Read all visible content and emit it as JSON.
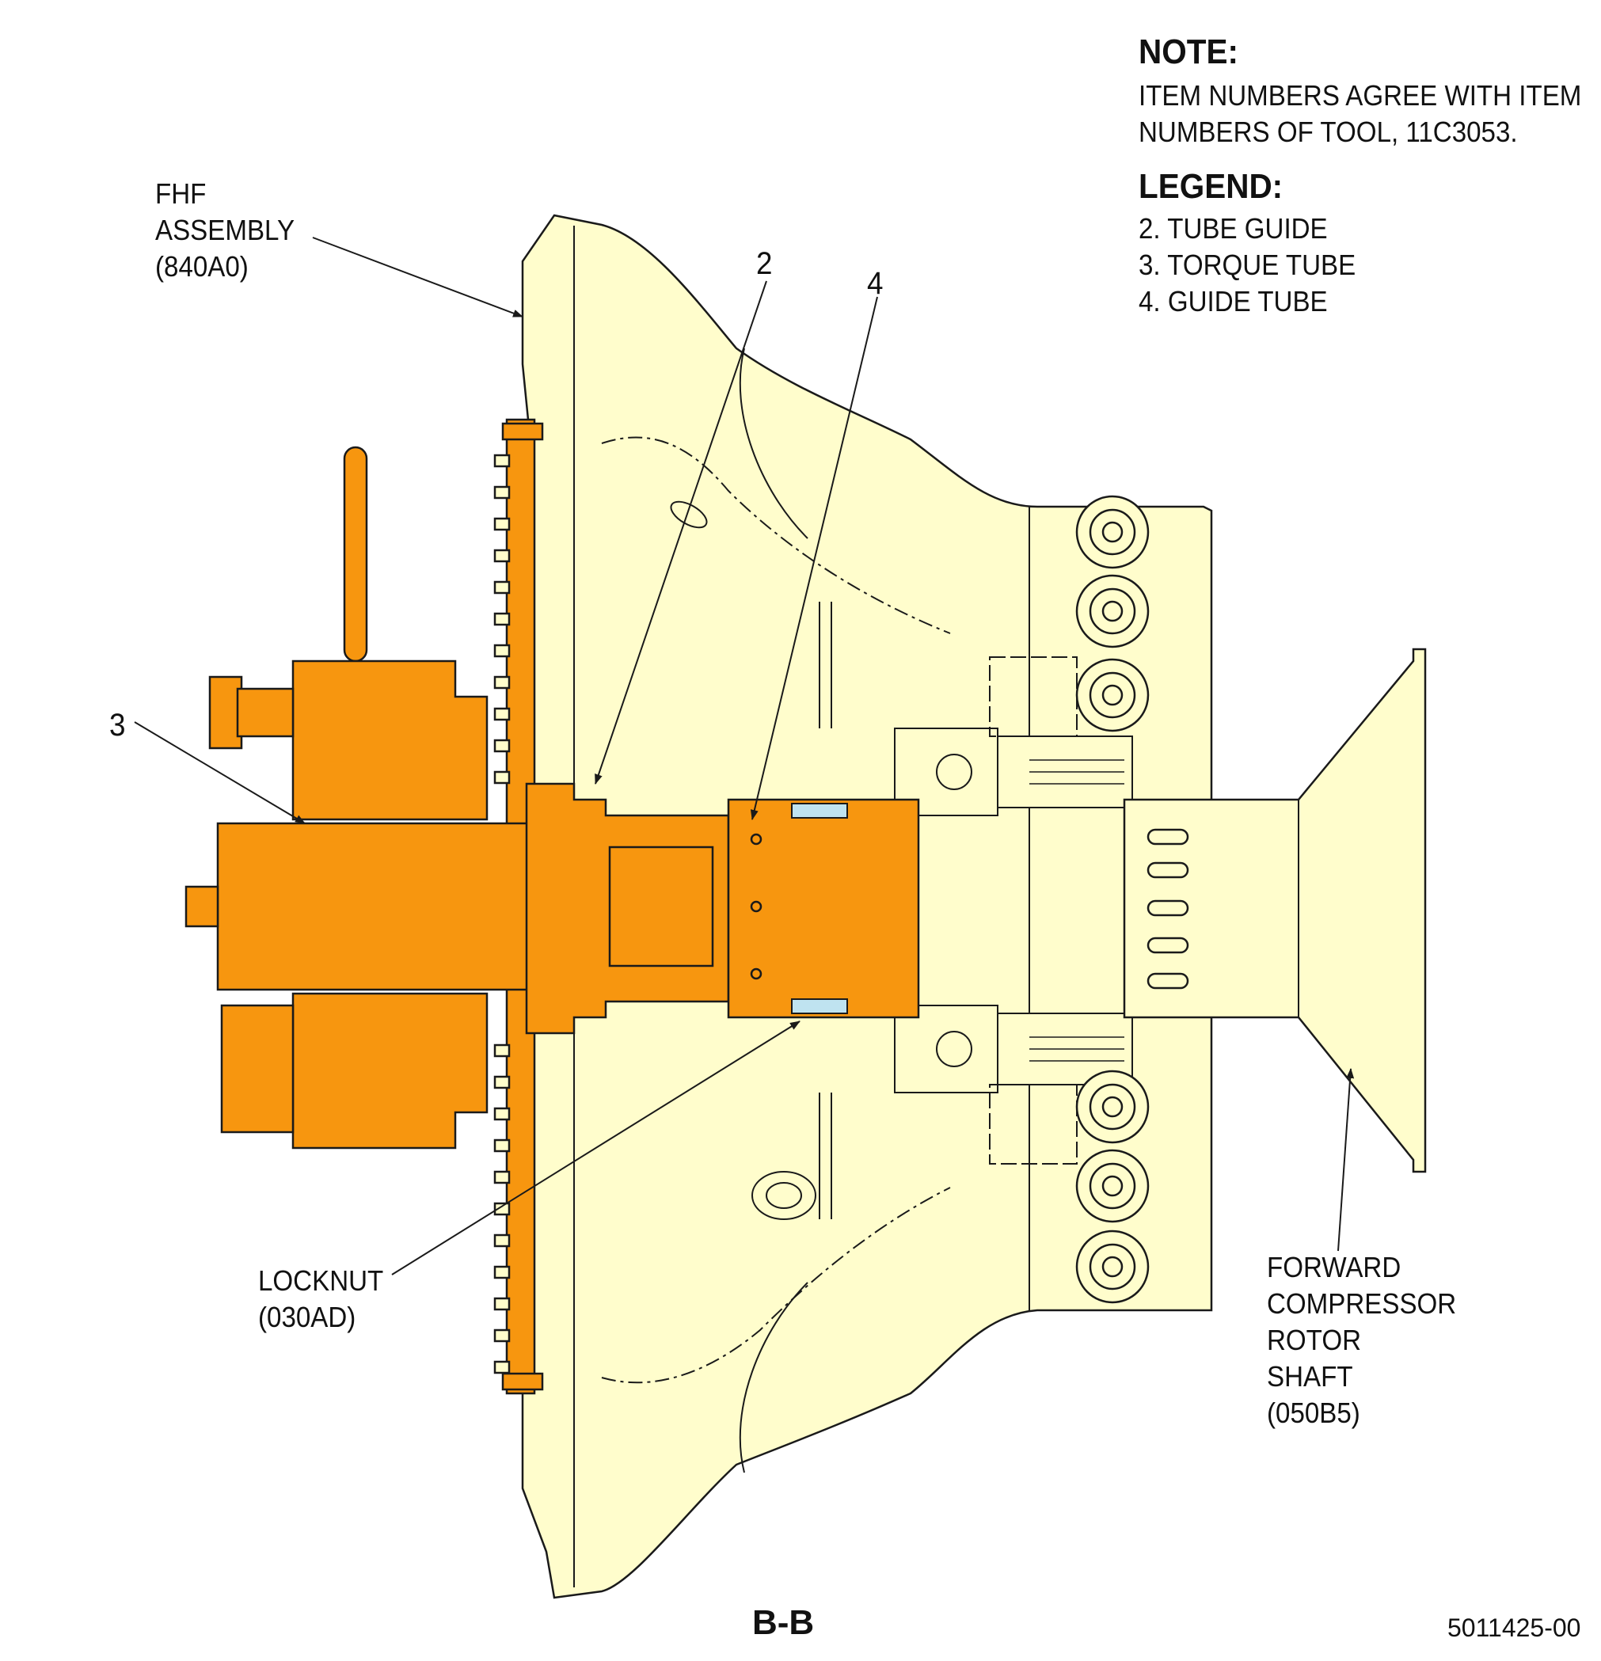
{
  "note": {
    "heading": "NOTE:",
    "line1": "ITEM NUMBERS AGREE WITH ITEM",
    "line2": "NUMBERS OF TOOL, 11C3053."
  },
  "legend": {
    "heading": "LEGEND:",
    "items": [
      "2. TUBE GUIDE",
      "3. TORQUE TUBE",
      "4. GUIDE TUBE"
    ]
  },
  "callouts": {
    "fhf": [
      "FHF",
      "ASSEMBLY",
      "(840A0)"
    ],
    "item2": "2",
    "item3": "3",
    "item4": "4",
    "locknut": [
      "LOCKNUT",
      "(030AD)"
    ],
    "shaft": [
      "FORWARD",
      "COMPRESSOR",
      "ROTOR",
      "SHAFT",
      "(050B5)"
    ]
  },
  "view_label": "B-B",
  "drawing_number": "5011425-00",
  "colors": {
    "housing_fill": "#FFFDCC",
    "tool_fill": "#F7960F",
    "line": "#1a1a1a",
    "locknut_fill": "#BFE3F0"
  }
}
